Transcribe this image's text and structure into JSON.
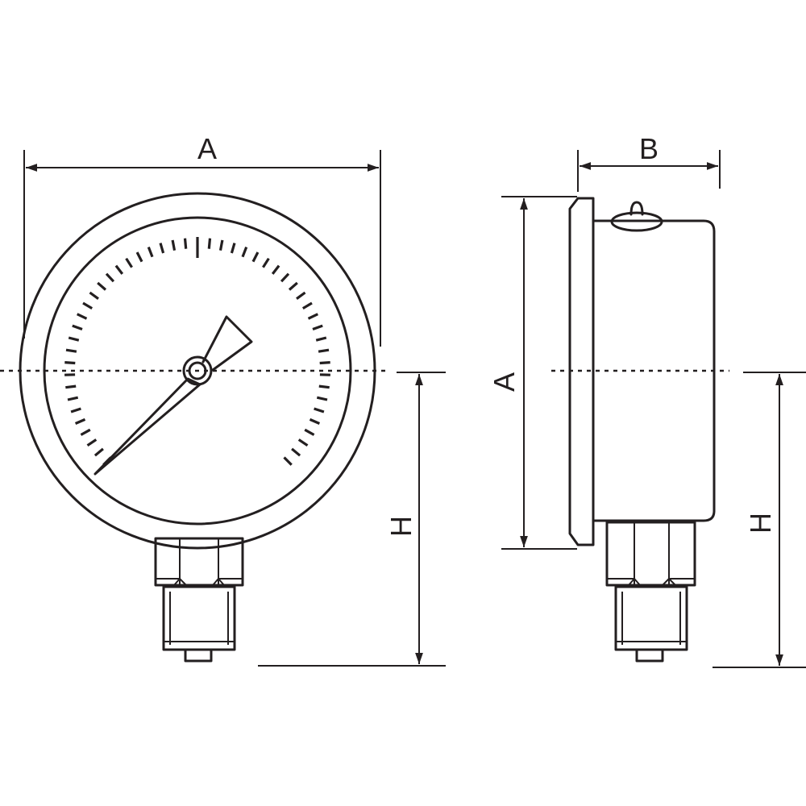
{
  "labels": {
    "front_width": "A",
    "front_height": "H",
    "side_depth": "B",
    "side_diameter": "A",
    "side_height": "H"
  },
  "colors": {
    "line": "#231f20",
    "background": "#ffffff"
  }
}
